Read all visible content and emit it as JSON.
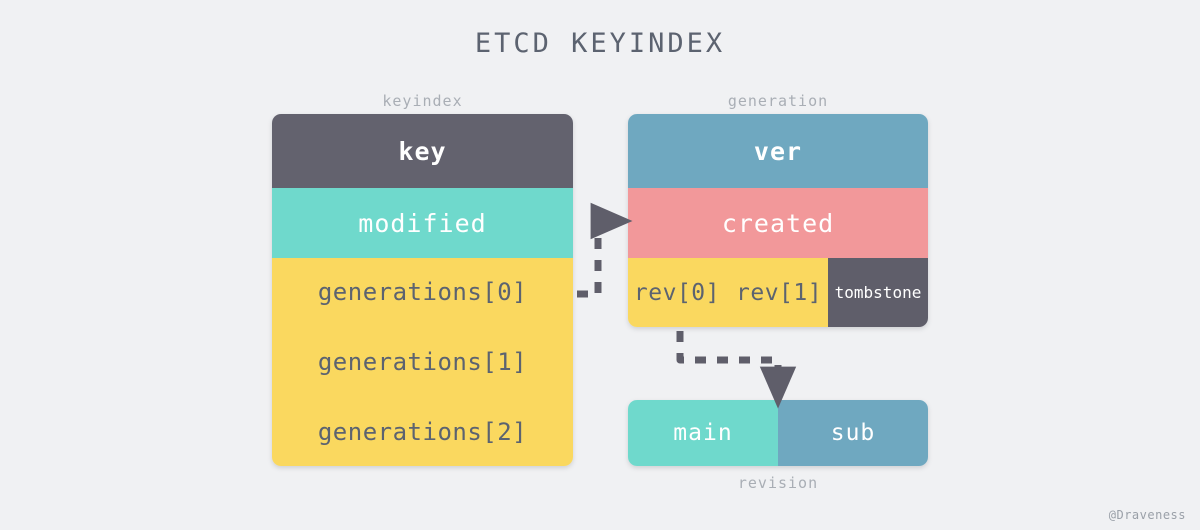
{
  "title": "ETCD KEYINDEX",
  "watermark": "@Draveness",
  "captions": {
    "keyindex": "keyindex",
    "generation": "generation",
    "revision": "revision"
  },
  "colors": {
    "background": "#F0F1F3",
    "dark_gray": "#63626E",
    "teal": "#6FD9CC",
    "yellow": "#FAD85F",
    "blue": "#6FA8C0",
    "pink": "#F2989A",
    "tombstone_gray": "#5F5E6A",
    "text_gray": "#5C6370",
    "caption_gray": "#A9AEB5",
    "arrow_gray": "#5F5E6A"
  },
  "keyindex_card": {
    "key_label": "key",
    "modified_label": "modified",
    "generations": [
      "generations[0]",
      "generations[1]",
      "generations[2]"
    ]
  },
  "generation_card": {
    "ver_label": "ver",
    "created_label": "created",
    "revs": [
      "rev[0]",
      "rev[1]"
    ],
    "tombstone_label": "tombstone"
  },
  "revision_card": {
    "main_label": "main",
    "sub_label": "sub"
  },
  "arrows": [
    {
      "name": "generations-to-generation",
      "from": "generations[0]",
      "to": "generation card",
      "style": "dashed"
    },
    {
      "name": "revs-to-revision",
      "from": "rev[0]",
      "to": "revision card",
      "style": "dashed"
    }
  ]
}
